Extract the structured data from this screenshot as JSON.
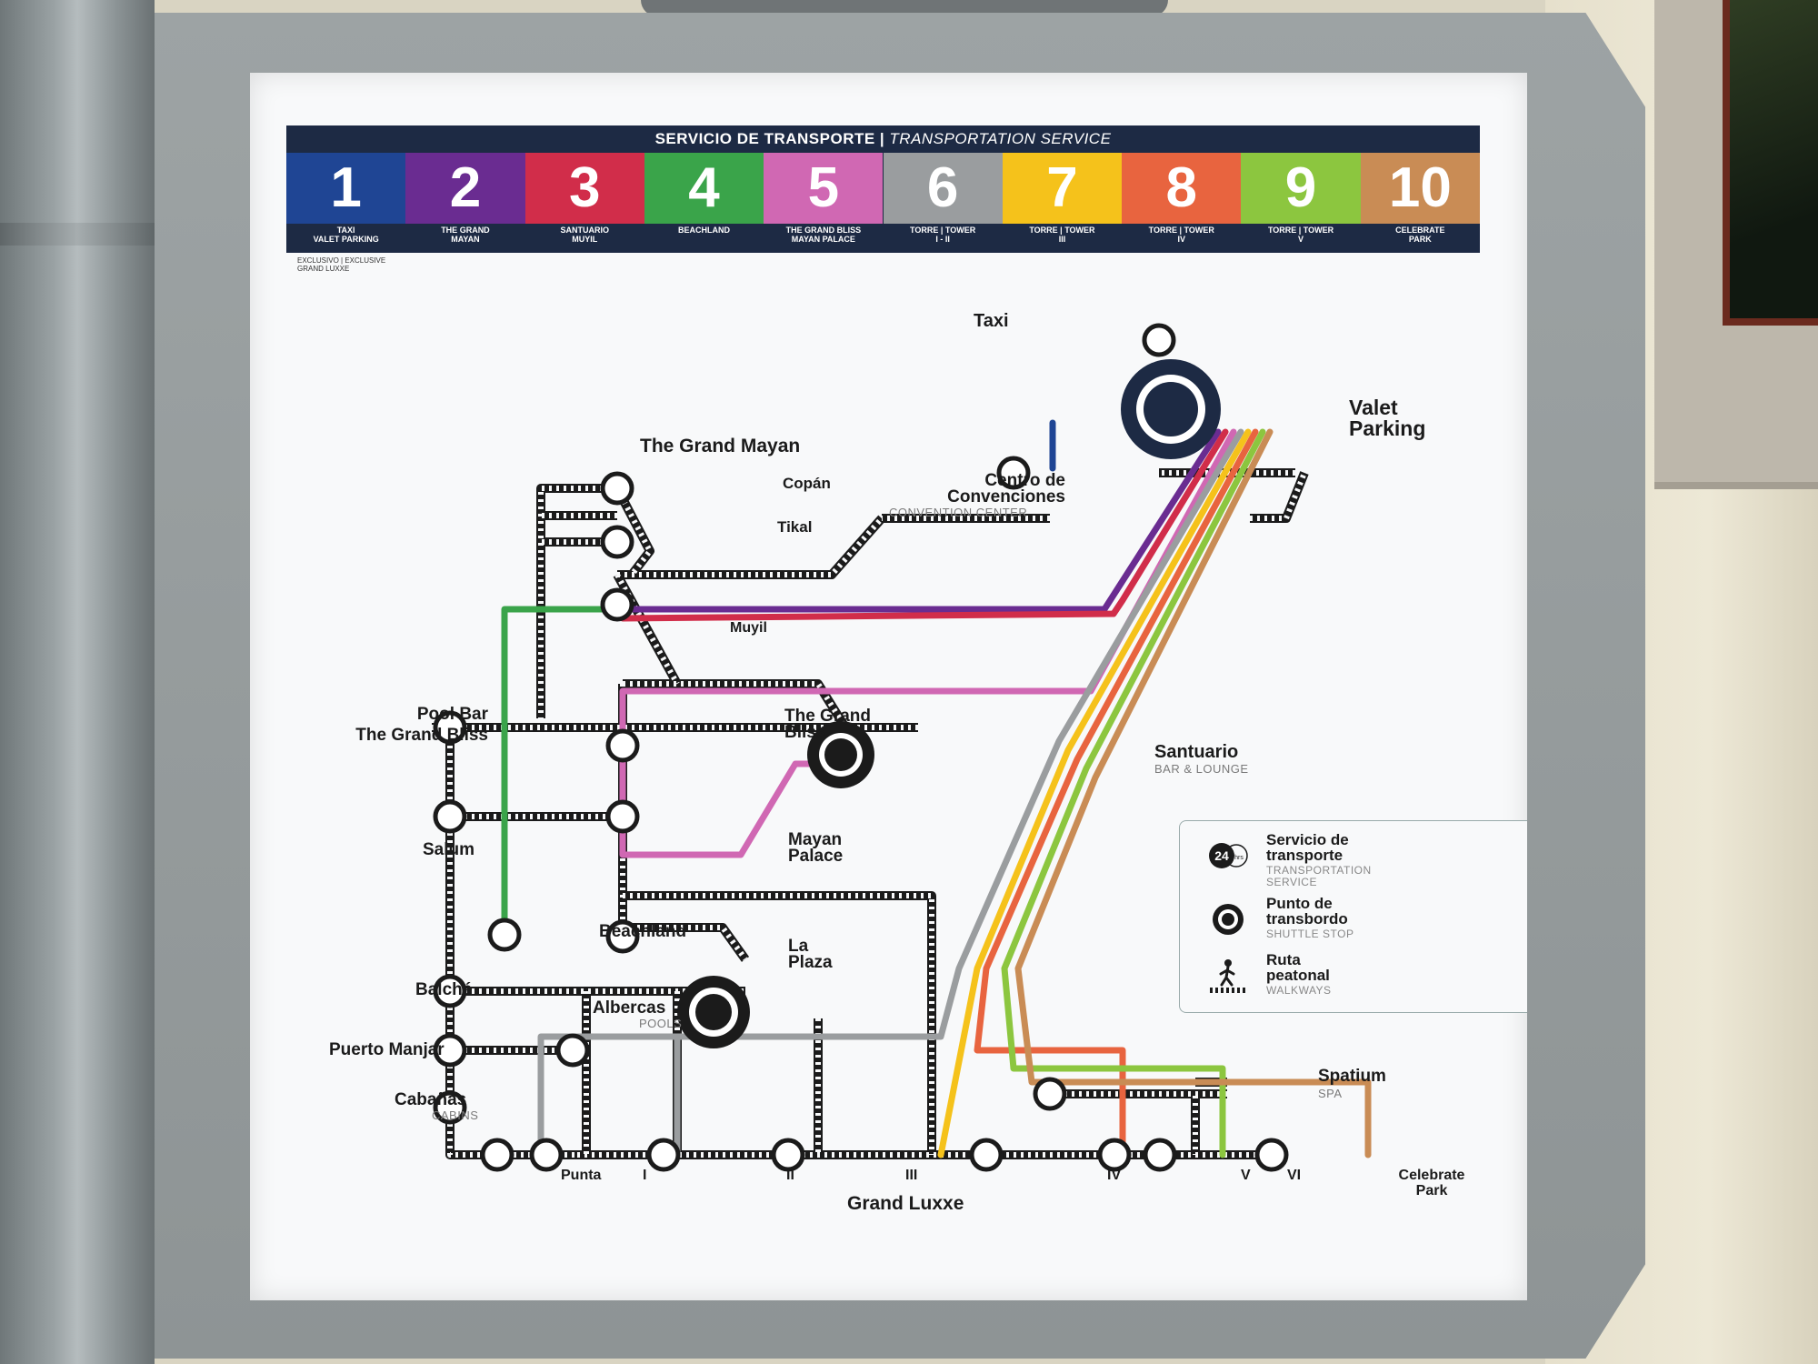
{
  "header": {
    "title_es": "SERVICIO DE TRANSPORTE",
    "separator": " | ",
    "title_en": "TRANSPORTATION SERVICE"
  },
  "routes": [
    {
      "number": "1",
      "label_line1": "TAXI",
      "label_line2": "VALET PARKING",
      "color": "#1f4594"
    },
    {
      "number": "2",
      "label_line1": "THE GRAND",
      "label_line2": "MAYAN",
      "color": "#6a2c91"
    },
    {
      "number": "3",
      "label_line1": "SANTUARIO",
      "label_line2": "MUYIL",
      "color": "#d12d4a"
    },
    {
      "number": "4",
      "label_line1": "BEACHLAND",
      "label_line2": "",
      "color": "#3aa44a"
    },
    {
      "number": "5",
      "label_line1": "THE GRAND BLISS",
      "label_line2": "MAYAN PALACE",
      "color": "#d068b3"
    },
    {
      "number": "6",
      "label_line1": "TORRE | TOWER",
      "label_line2": "I - II",
      "color": "#9a9d9f"
    },
    {
      "number": "7",
      "label_line1": "TORRE | TOWER",
      "label_line2": "III",
      "color": "#f5c21b"
    },
    {
      "number": "8",
      "label_line1": "TORRE | TOWER",
      "label_line2": "IV",
      "color": "#e8643f"
    },
    {
      "number": "9",
      "label_line1": "TORRE | TOWER",
      "label_line2": "V",
      "color": "#8cc63f"
    },
    {
      "number": "10",
      "label_line1": "CELEBRATE",
      "label_line2": "PARK",
      "color": "#c98c55"
    }
  ],
  "exclusive_note": {
    "line1": "EXCLUSIVO | EXCLUSIVE",
    "line2": "GRAND LUXXE"
  },
  "stops": {
    "taxi": "Taxi",
    "valet_parking": "Valet\nParking",
    "the_grand_mayan": "The Grand Mayan",
    "copan": "Copán",
    "tikal": "Tikal",
    "muyil": "Muyil",
    "centro_convenciones": "Centro de\nConvenciones",
    "convention_center": "CONVENTION CENTER",
    "pool_bar": "Pool Bar\nThe Grand Bliss",
    "the_grand_bliss": "The Grand\nBliss",
    "santuario": "Santuario",
    "santuario_sub": "BAR & LOUNGE",
    "salum": "Salum",
    "mayan_palace": "Mayan\nPalace",
    "beachland": "Beachland",
    "la_plaza": "La\nPlaza",
    "balche": "Balché",
    "albercas": "Albercas",
    "albercas_sub": "POOLS",
    "puerto_manjar": "Puerto Manjar",
    "cabanas": "Cabañas",
    "cabanas_sub": "CABINS",
    "spatium": "Spatium",
    "spatium_sub": "SPA",
    "punta": "Punta",
    "tower_i": "I",
    "tower_ii": "II",
    "tower_iii": "III",
    "tower_iv": "IV",
    "tower_v": "V",
    "tower_vi": "VI",
    "grand_luxxe": "Grand Luxxe",
    "celebrate_park": "Celebrate\nPark"
  },
  "legend": {
    "service_es": "Servicio de\ntransporte",
    "service_en": "TRANSPORTATION\nSERVICE",
    "service_badge": "24",
    "service_badge_unit": "hrs",
    "stop_es": "Punto de\ntransbordo",
    "stop_en": "SHUTTLE STOP",
    "walk_es": "Ruta\npeatonal",
    "walk_en": "WALKWAYS"
  }
}
